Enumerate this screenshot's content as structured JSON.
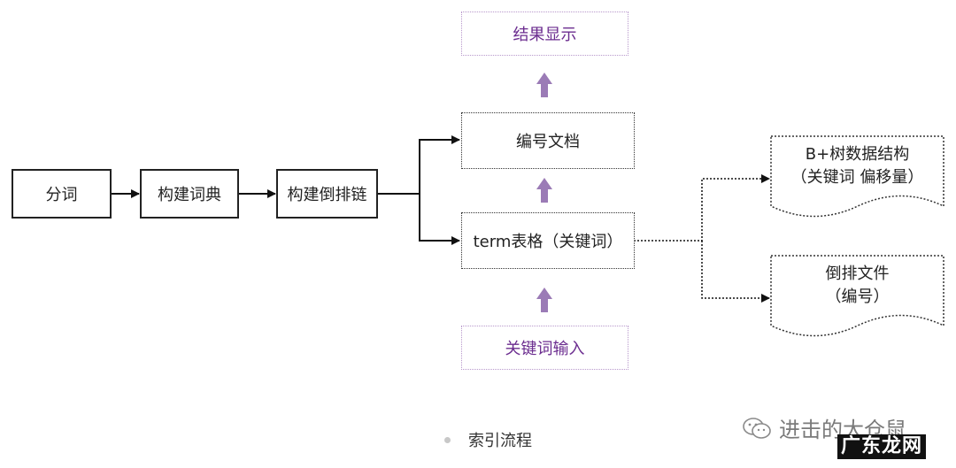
{
  "nodes": {
    "segment": "分词",
    "build_dict": "构建词典",
    "build_inverted": "构建倒排链",
    "term_table": "term表格（关键词）",
    "number_doc": "编号文档",
    "result_display": "结果显示",
    "keyword_input": "关键词输入",
    "bplus_line1": "B+树数据结构",
    "bplus_line2": "（关键词 偏移量）",
    "inverted_file_line1": "倒排文件",
    "inverted_file_line2": "（编号）"
  },
  "caption": "索引流程",
  "watermark": {
    "text": "进击的大仓鼠",
    "site": "广东龙网"
  },
  "colors": {
    "purple_text": "#6b2c8f",
    "purple_arrow": "#9b7bb6",
    "purple_border": "#b898cc"
  }
}
